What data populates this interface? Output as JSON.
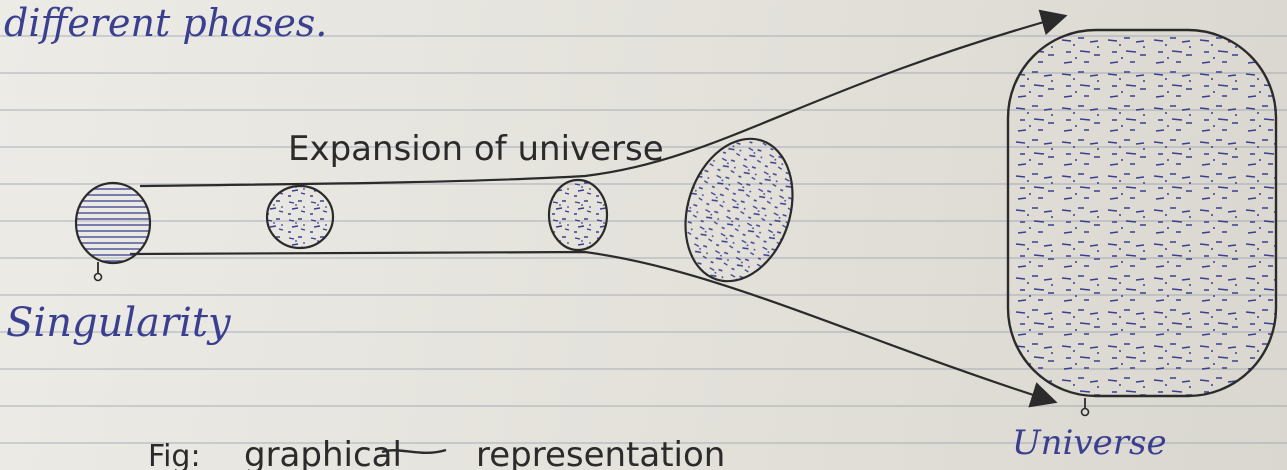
{
  "intro_text": "different phases.",
  "diagram": {
    "top_label": "Expansion of universe",
    "left_label": "Singularity",
    "right_label": "Universe",
    "caption_prefix": "Fig:",
    "caption_struck": "graphical",
    "caption_rest": "representation"
  },
  "colors": {
    "ink_blue": "#3a3f8f",
    "ink_black": "#2b2b2b",
    "paper": "#e6e4de"
  }
}
